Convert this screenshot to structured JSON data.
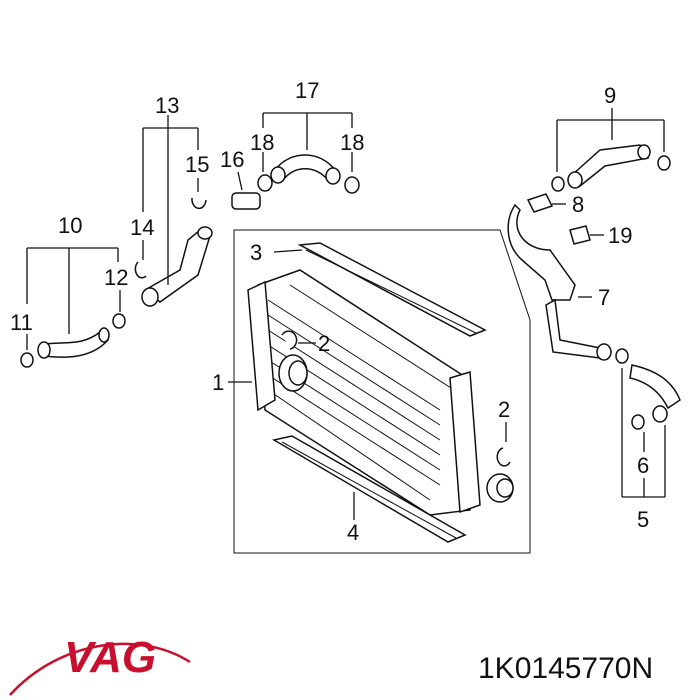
{
  "callouts": {
    "c1": "1",
    "c2a": "2",
    "c2b": "2",
    "c3": "3",
    "c4": "4",
    "c5": "5",
    "c6": "6",
    "c7": "7",
    "c8": "8",
    "c9": "9",
    "c10": "10",
    "c11": "11",
    "c12": "12",
    "c13": "13",
    "c14": "14",
    "c15": "15",
    "c16": "16",
    "c17": "17",
    "c18a": "18",
    "c18b": "18",
    "c19": "19"
  },
  "brand": {
    "logo_text": "VAG",
    "logo_color": "#c8102e"
  },
  "part_number": "1K0145770N"
}
